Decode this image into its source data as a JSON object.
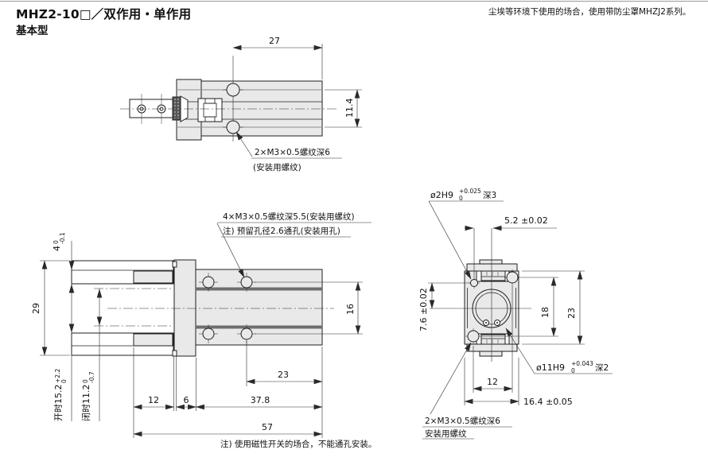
{
  "header": {
    "title": "MHZ2-10□／双作用・单作用",
    "subtitle": "基本型"
  },
  "notes": {
    "top_right": "尘埃等环境下使用的场合，使用带防尘罩MHZJ2系列。",
    "bottom": "注) 使用磁性开关的场合，不能通孔安装。"
  },
  "colors": {
    "body_fill": "#e9e9e9",
    "line": "#1f1f1f"
  },
  "top_view": {
    "dim_width": "27",
    "dim_hole_spacing": "11.4",
    "thread_label": "2×M3×0.5螺纹深6",
    "thread_sub": "(安装用螺纹)"
  },
  "front_view": {
    "label_thread": "4×M3×0.5螺纹深5.5(安装用螺纹)",
    "label_hole": "注) 预留孔径2.6通孔(安装用孔)",
    "dim_29": "29",
    "dim_4": "4",
    "dim_4_tol_top": "0",
    "dim_4_tol_bot": "-0.1",
    "dim_open": "开时15.2",
    "dim_open_tol_top": "+2.2",
    "dim_open_tol_bot": "0",
    "dim_closed": "闭时11.2",
    "dim_closed_tol_top": "0",
    "dim_closed_tol_bot": "-0.7",
    "dim_12": "12",
    "dim_6": "6",
    "dim_37_8": "37.8",
    "dim_57": "57",
    "dim_23": "23",
    "dim_16": "16"
  },
  "end_view": {
    "label_phi2": "ø2H9",
    "phi2_tol_top": "+0.025",
    "phi2_tol_bot": "0",
    "phi2_depth": "深3",
    "dim_5_2": "5.2 ±0.02",
    "dim_18": "18",
    "dim_23": "23",
    "dim_7_6": "7.6 ±0.02",
    "label_phi11": "ø11H9",
    "phi11_tol_top": "+0.043",
    "phi11_tol_bot": "0",
    "phi11_depth": "深2",
    "dim_12": "12",
    "dim_16_4": "16.4 ±0.05",
    "thread_label": "2×M3×0.5螺纹深6",
    "thread_sub": "安装用螺纹"
  }
}
